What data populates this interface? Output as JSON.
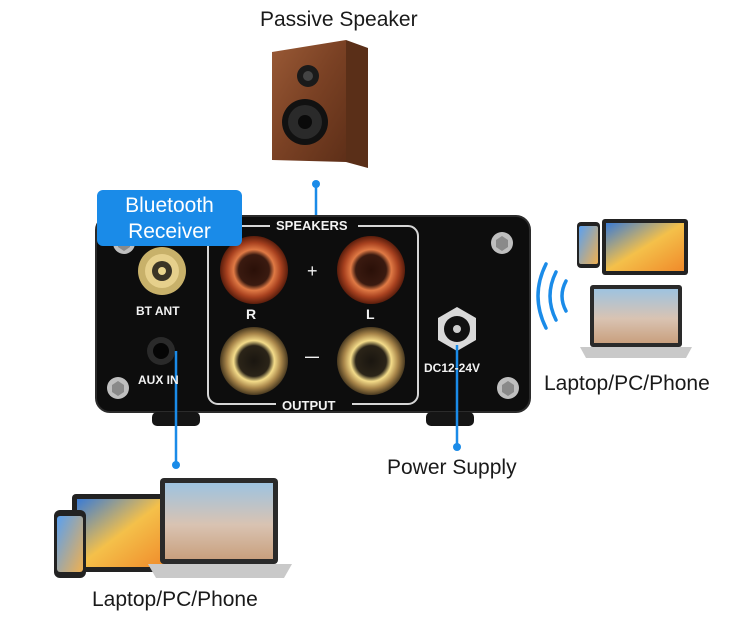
{
  "captions": {
    "passive_speaker": "Passive Speaker",
    "bluetooth_receiver_line1": "Bluetooth",
    "bluetooth_receiver_line2": "Receiver",
    "laptop_right": "Laptop/PC/Phone",
    "power_supply": "Power Supply",
    "laptop_bottom": "Laptop/PC/Phone"
  },
  "amp_panel": {
    "speakers_label": "SPEAKERS",
    "output_label": "OUTPUT",
    "right_channel": "R",
    "left_channel": "L",
    "plus_sign": "+",
    "minus_sign": "—",
    "bt_ant_label": "BT ANT",
    "aux_in_label": "AUX IN",
    "dc_label": "DC12-24V"
  },
  "colors": {
    "accent_blue": "#1a8be8",
    "panel_black": "#0d0d0d",
    "copper_terminal": "#b8502a",
    "gold_terminal": "#c9a45a"
  },
  "icons": [
    "bluetooth-waves-icon",
    "laptop-icon",
    "tablet-icon",
    "phone-icon",
    "speaker-icon"
  ]
}
